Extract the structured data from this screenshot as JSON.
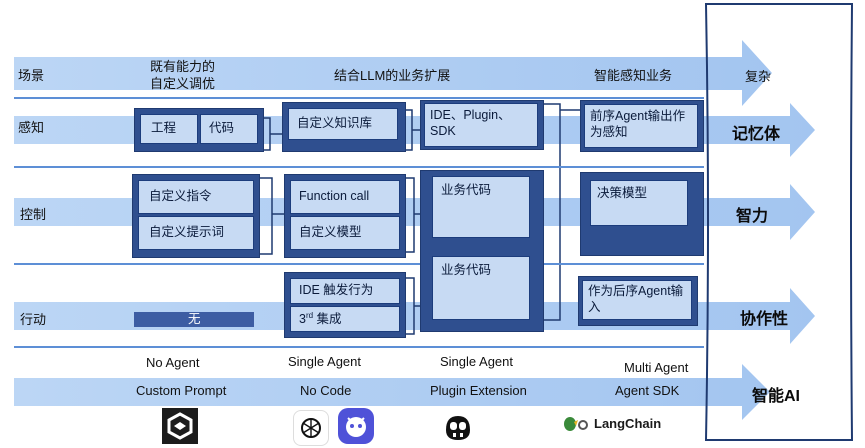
{
  "header": {
    "scene": "场景",
    "existing_line1": "既有能力的",
    "existing_line2": "自定义调优",
    "llm_ext": "结合LLM的业务扩展",
    "smart_business": "智能感知业务",
    "complex": "复杂"
  },
  "rows": {
    "perception": "感知",
    "control": "控制",
    "action": "行动"
  },
  "boxes": {
    "engineering": "工程",
    "code": "代码",
    "custom_kb": "自定义知识库",
    "ide_plugin_sdk": "IDE、Plugin、SDK",
    "prev_agent_output": "前序Agent输出作为感知",
    "custom_instruction": "自定义指令",
    "custom_prompt_word": "自定义提示词",
    "function_call": "Function call",
    "custom_model": "自定义模型",
    "business_code_1": "业务代码",
    "decision_model": "决策模型",
    "business_code_2": "业务代码",
    "ide_trigger": "IDE 触发行为",
    "third_party_prefix": "3",
    "third_party_sup": "rd",
    "third_party_suffix": " 集成",
    "none": "无",
    "as_next_agent_input": "作为后序Agent输入"
  },
  "arrows": {
    "memory": "记忆体",
    "intelligence": "智力",
    "collaboration": "协作性",
    "smart_ai": "智能AI"
  },
  "bottom": {
    "agents": [
      "No Agent",
      "Single Agent",
      "Single Agent",
      "Multi Agent"
    ],
    "modes": [
      "Custom Prompt",
      "No Code",
      "Plugin Extension",
      "Agent SDK"
    ],
    "langchain": "LangChain"
  },
  "colors": {
    "arrow": "#a9c9f2",
    "box_dark": "#2f4f8f",
    "box_light": "#c7daf3",
    "line": "#5d8fd6"
  }
}
